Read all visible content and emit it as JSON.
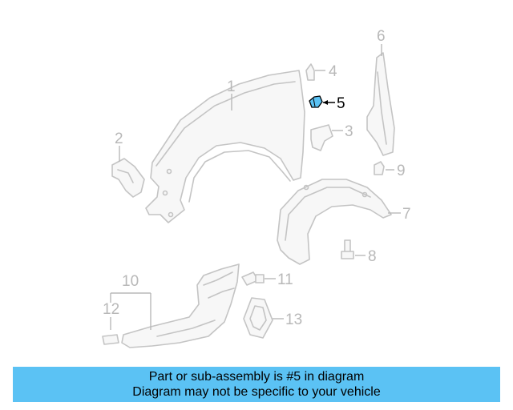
{
  "diagram": {
    "callouts": [
      {
        "number": "1"
      },
      {
        "number": "2"
      },
      {
        "number": "3"
      },
      {
        "number": "4"
      },
      {
        "number": "5"
      },
      {
        "number": "6"
      },
      {
        "number": "7"
      },
      {
        "number": "8"
      },
      {
        "number": "9"
      },
      {
        "number": "10"
      },
      {
        "number": "11"
      },
      {
        "number": "12"
      },
      {
        "number": "13"
      }
    ],
    "highlighted_part": "5",
    "colors": {
      "highlight_part": "#5bc2f4",
      "line_art": "#c4c4c4",
      "active_callout": "#000000"
    }
  },
  "banner": {
    "line1": "Part or sub-assembly is #5 in diagram",
    "line2": "Diagram may not be specific to your vehicle",
    "background": "#5bc2f4"
  }
}
